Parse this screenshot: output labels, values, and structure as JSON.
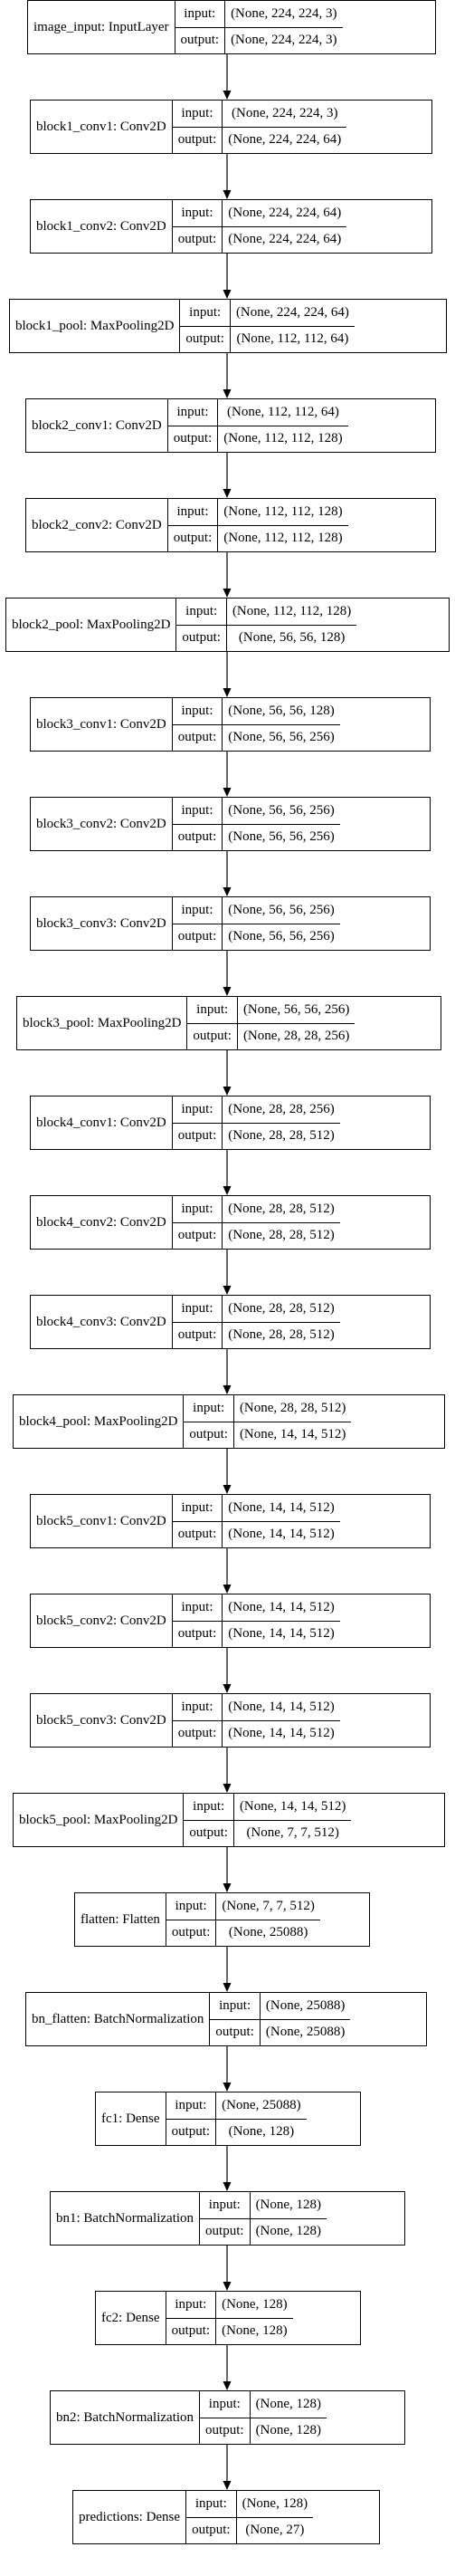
{
  "labels": {
    "input": "input:",
    "output": "output:"
  },
  "layers": [
    {
      "name": "image_input: InputLayer",
      "input": "(None, 224, 224, 3)",
      "output": "(None, 224, 224, 3)"
    },
    {
      "name": "block1_conv1: Conv2D",
      "input": "(None, 224, 224, 3)",
      "output": "(None, 224, 224, 64)"
    },
    {
      "name": "block1_conv2: Conv2D",
      "input": "(None, 224, 224, 64)",
      "output": "(None, 224, 224, 64)"
    },
    {
      "name": "block1_pool: MaxPooling2D",
      "input": "(None, 224, 224, 64)",
      "output": "(None, 112, 112, 64)"
    },
    {
      "name": "block2_conv1: Conv2D",
      "input": "(None, 112, 112, 64)",
      "output": "(None, 112, 112, 128)"
    },
    {
      "name": "block2_conv2: Conv2D",
      "input": "(None, 112, 112, 128)",
      "output": "(None, 112, 112, 128)"
    },
    {
      "name": "block2_pool: MaxPooling2D",
      "input": "(None, 112, 112, 128)",
      "output": "(None, 56, 56, 128)"
    },
    {
      "name": "block3_conv1: Conv2D",
      "input": "(None, 56, 56, 128)",
      "output": "(None, 56, 56, 256)"
    },
    {
      "name": "block3_conv2: Conv2D",
      "input": "(None, 56, 56, 256)",
      "output": "(None, 56, 56, 256)"
    },
    {
      "name": "block3_conv3: Conv2D",
      "input": "(None, 56, 56, 256)",
      "output": "(None, 56, 56, 256)"
    },
    {
      "name": "block3_pool: MaxPooling2D",
      "input": "(None, 56, 56, 256)",
      "output": "(None, 28, 28, 256)"
    },
    {
      "name": "block4_conv1: Conv2D",
      "input": "(None, 28, 28, 256)",
      "output": "(None, 28, 28, 512)"
    },
    {
      "name": "block4_conv2: Conv2D",
      "input": "(None, 28, 28, 512)",
      "output": "(None, 28, 28, 512)"
    },
    {
      "name": "block4_conv3: Conv2D",
      "input": "(None, 28, 28, 512)",
      "output": "(None, 28, 28, 512)"
    },
    {
      "name": "block4_pool: MaxPooling2D",
      "input": "(None, 28, 28, 512)",
      "output": "(None, 14, 14, 512)"
    },
    {
      "name": "block5_conv1: Conv2D",
      "input": "(None, 14, 14, 512)",
      "output": "(None, 14, 14, 512)"
    },
    {
      "name": "block5_conv2: Conv2D",
      "input": "(None, 14, 14, 512)",
      "output": "(None, 14, 14, 512)"
    },
    {
      "name": "block5_conv3: Conv2D",
      "input": "(None, 14, 14, 512)",
      "output": "(None, 14, 14, 512)"
    },
    {
      "name": "block5_pool: MaxPooling2D",
      "input": "(None, 14, 14, 512)",
      "output": "(None, 7, 7, 512)"
    },
    {
      "name": "flatten: Flatten",
      "input": "(None, 7, 7, 512)",
      "output": "(None, 25088)"
    },
    {
      "name": "bn_flatten: BatchNormalization",
      "input": "(None, 25088)",
      "output": "(None, 25088)"
    },
    {
      "name": "fc1: Dense",
      "input": "(None, 25088)",
      "output": "(None, 128)"
    },
    {
      "name": "bn1: BatchNormalization",
      "input": "(None, 128)",
      "output": "(None, 128)"
    },
    {
      "name": "fc2: Dense",
      "input": "(None, 128)",
      "output": "(None, 128)"
    },
    {
      "name": "bn2: BatchNormalization",
      "input": "(None, 128)",
      "output": "(None, 128)"
    },
    {
      "name": "predictions: Dense",
      "input": "(None, 128)",
      "output": "(None, 27)"
    }
  ]
}
